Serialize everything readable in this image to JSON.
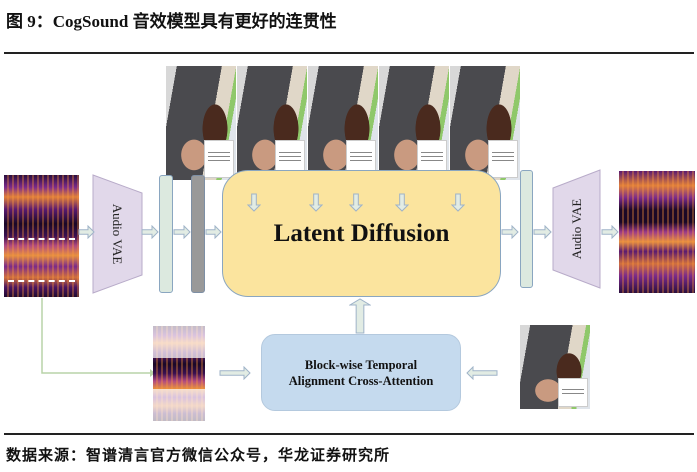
{
  "header": {
    "title": "图 9：CogSound 音效模型具有更好的连贯性"
  },
  "diagram": {
    "latent_diffusion": "Latent Diffusion",
    "audio_vae_encoder": "Audio VAE",
    "audio_vae_decoder": "Audio VAE",
    "cross_attention_line1": "Block-wise Temporal",
    "cross_attention_line2": "Alignment Cross-Attention",
    "colors": {
      "latent_box": "#fbe49e",
      "attention_box": "#c5daee",
      "latent_bar": "#dce9df",
      "vae": "#e1d8ea",
      "arrow_fill": "#e2ece4",
      "arrow_stroke": "#9fb3c8"
    }
  },
  "footer": {
    "source": "数据来源：智谱清言官方微信公众号，华龙证券研究所"
  }
}
